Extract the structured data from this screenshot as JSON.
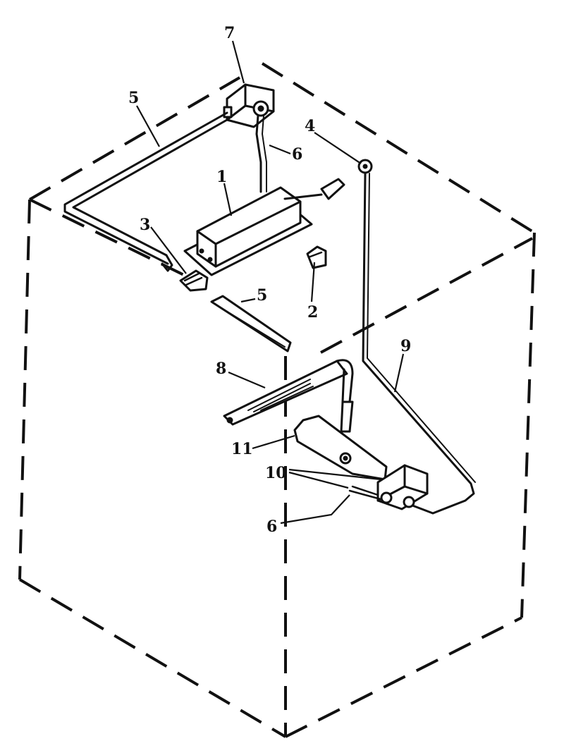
{
  "callouts": {
    "c1": "1",
    "c2": "2",
    "c3": "3",
    "c4": "4",
    "c5a": "5",
    "c5b": "5",
    "c6a": "6",
    "c6b": "6",
    "c7": "7",
    "c8": "8",
    "c9": "9",
    "c10": "10",
    "c11": "11"
  },
  "colors": {
    "ink": "#111111",
    "background": "#ffffff"
  }
}
